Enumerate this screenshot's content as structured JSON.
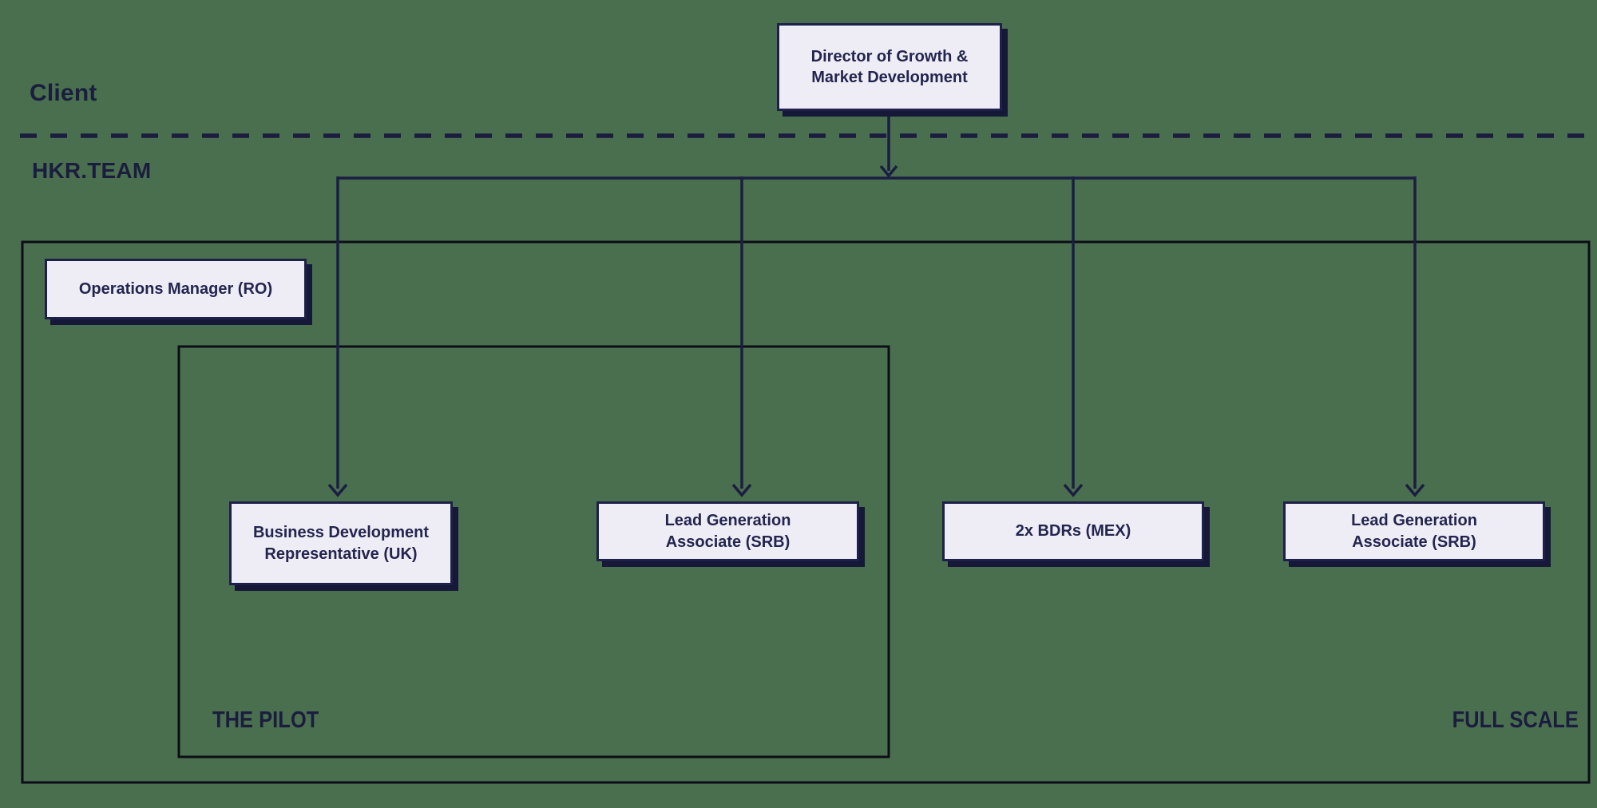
{
  "colors": {
    "background": "#4a6f4e",
    "node_fill": "#eeedf6",
    "node_border": "#1d2048",
    "node_shadow": "#161838",
    "connector": "#1b1e42",
    "container_border": "#0c0d17",
    "divider_dash": "#1b1d3f",
    "text": "#23254f"
  },
  "zones": {
    "client_label": "Client",
    "team_label": "HKR.TEAM"
  },
  "org": {
    "director": {
      "lines": [
        "Director of Growth &",
        "Market Development"
      ]
    },
    "operations_manager": {
      "label": "Operations Manager (RO)"
    },
    "bdr_uk": {
      "lines": [
        "Business Development",
        "Representative (UK)"
      ]
    },
    "lead_gen_srb_pilot": {
      "lines": [
        "Lead Generation",
        "Associate (SRB)"
      ]
    },
    "bdrs_mex": {
      "label": "2x BDRs (MEX)"
    },
    "lead_gen_srb_full": {
      "lines": [
        "Lead Generation",
        "Associate (SRB)"
      ]
    }
  },
  "groups": {
    "pilot": {
      "label": "THE PILOT"
    },
    "full_scale": {
      "label": "FULL SCALE"
    }
  }
}
